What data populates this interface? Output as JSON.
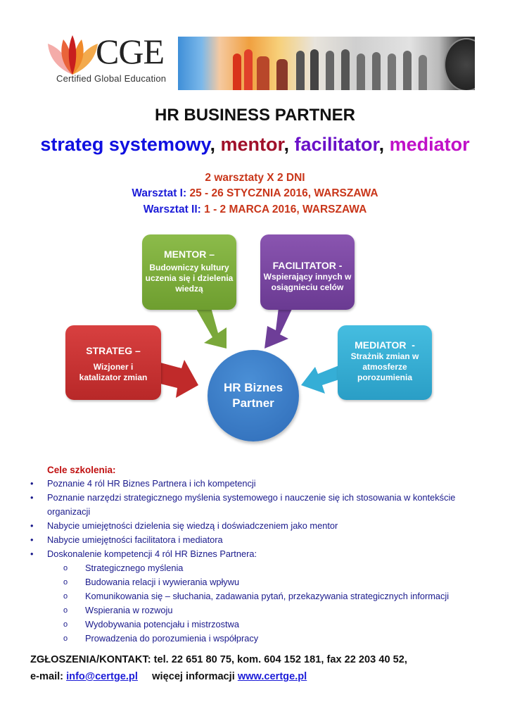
{
  "header": {
    "logo_brand": "CGE",
    "logo_tagline": "Certified Global Education",
    "banner_image": "business-people-banner"
  },
  "title": "HR BUSINESS PARTNER",
  "subtitle": [
    {
      "text": "strateg systemowy",
      "color": "#1010e0"
    },
    {
      "text": ", ",
      "color": "#111111"
    },
    {
      "text": "mentor",
      "color": "#a0102a"
    },
    {
      "text": ", ",
      "color": "#111111"
    },
    {
      "text": "facilitator",
      "color": "#6a10c8"
    },
    {
      "text": ", ",
      "color": "#111111"
    },
    {
      "text": "mediator",
      "color": "#c010c8"
    }
  ],
  "info": {
    "line1": "2 warsztaty X 2 DNI",
    "w1_label": "Warsztat I: ",
    "w1_value": "25 - 26  STYCZNIA 2016, WARSZAWA",
    "w2_label": "Warsztat II: ",
    "w2_value": "1 - 2 MARCA 2016, WARSZAWA"
  },
  "diagram": {
    "center": [
      "HR Biznes",
      "Partner"
    ],
    "mentor": {
      "title": "MENTOR –",
      "desc": "Budowniczy kultury uczenia się i dzielenia wiedzą",
      "color": "#7aa83a"
    },
    "facilitator": {
      "title": "FACILITATOR -",
      "desc": "Wspierający innych w osiągnieciu celów",
      "color": "#7a4aa2"
    },
    "strateg": {
      "title": "STRATEG –",
      "desc": "Wizjoner i katalizator zmian",
      "color": "#c83232"
    },
    "mediator": {
      "title": "MEDIATOR  -",
      "desc": "Strażnik  zmian w atmosferze porozumienia",
      "color": "#35aed6"
    }
  },
  "goals": {
    "heading": "Cele szkolenia:",
    "items": [
      "Poznanie  4 ról HR Biznes Partnera  i ich kompetencji",
      "Poznanie narzędzi  strategicznego myślenia  systemowego i nauczenie się ich stosowania w kontekście organizacji",
      "Nabycie umiejętności dzielenia się wiedzą i doświadczeniem jako mentor",
      "Nabycie umiejętności facilitatora i mediatora",
      "Doskonalenie kompetencji 4 ról HR Biznes Partnera:"
    ],
    "subitems": [
      "Strategicznego myślenia",
      "Budowania relacji i wywierania wpływu",
      "Komunikowania się – słuchania, zadawania pytań, przekazywania strategicznych informacji",
      "Wspierania w rozwoju",
      "Wydobywania potencjału i mistrzostwa",
      "Prowadzenia do porozumienia i współpracy"
    ],
    "bullet": "•",
    "sub_bullet": "o"
  },
  "contact": {
    "line1": "ZGŁOSZENIA/KONTAKT: tel.  22 651 80 75, kom. 604 152 181,  fax 22 203 40 52,",
    "email_label": "e-mail: ",
    "email": "info@certge.pl",
    "more_label": "     więcej informacji ",
    "website": "www.certge.pl"
  }
}
